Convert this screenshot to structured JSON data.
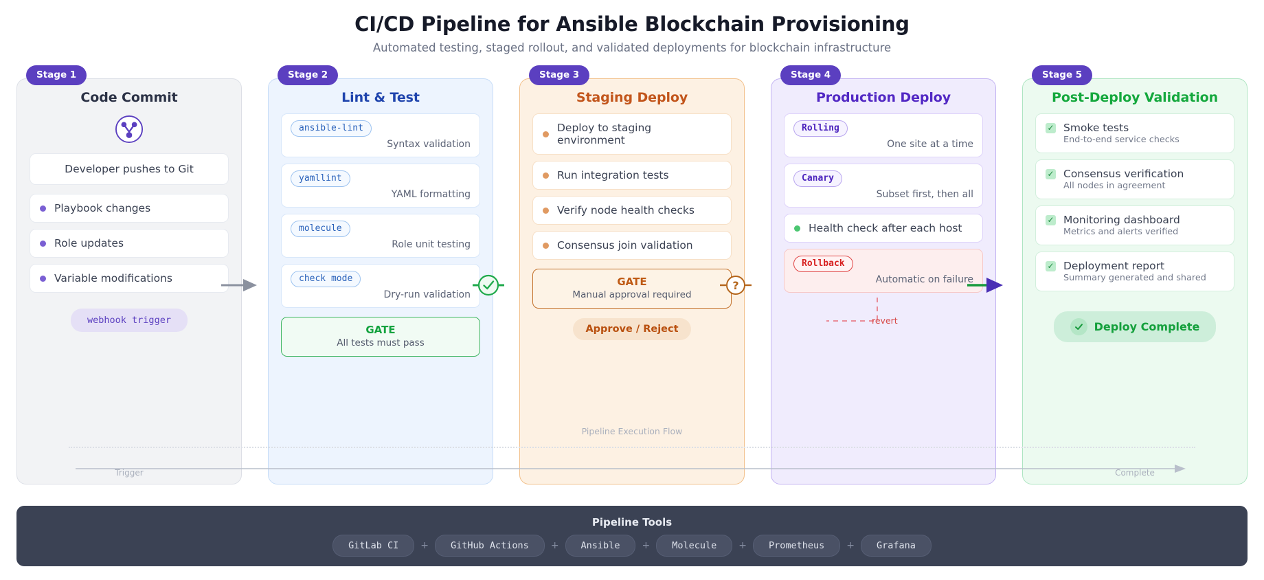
{
  "header": {
    "title": "CI/CD Pipeline for Ansible Blockchain Provisioning",
    "subtitle": "Automated testing, staged rollout, and validated deployments for blockchain infrastructure"
  },
  "flow": {
    "caption": "Pipeline Execution Flow",
    "start_label": "Trigger",
    "end_label": "Complete"
  },
  "stages": [
    {
      "badge": "Stage 1",
      "title": "Code Commit",
      "icon": "git-merge-icon",
      "lead": "Developer pushes to Git",
      "items": [
        {
          "label": "Playbook changes"
        },
        {
          "label": "Role updates"
        },
        {
          "label": "Variable modifications"
        }
      ],
      "mono_pill": "webhook trigger",
      "foot": "Trigger"
    },
    {
      "badge": "Stage 2",
      "title": "Lint & Test",
      "items": [
        {
          "tag": "ansible-lint",
          "desc": "Syntax validation"
        },
        {
          "tag": "yamllint",
          "desc": "YAML formatting"
        },
        {
          "tag": "molecule",
          "desc": "Role unit testing"
        },
        {
          "tag": "check mode",
          "desc": "Dry-run validation"
        }
      ],
      "gate": {
        "label": "GATE",
        "sub": "All tests must pass"
      }
    },
    {
      "badge": "Stage 3",
      "title": "Staging Deploy",
      "items": [
        {
          "label": "Deploy to staging environment"
        },
        {
          "label": "Run integration tests"
        },
        {
          "label": "Verify node health checks"
        },
        {
          "label": "Consensus join validation"
        }
      ],
      "gate": {
        "label": "GATE",
        "sub": "Manual approval required"
      },
      "action_pill": "Approve / Reject",
      "foot": "Pipeline Execution Flow"
    },
    {
      "badge": "Stage 4",
      "title": "Production Deploy",
      "items": [
        {
          "tag": "Rolling",
          "desc": "One site at a time"
        },
        {
          "tag": "Canary",
          "desc": "Subset first, then all"
        },
        {
          "label": "Health check after each host"
        },
        {
          "tag": "Rollback",
          "desc": "Automatic on failure",
          "danger": true
        }
      ],
      "revert_label": "revert"
    },
    {
      "badge": "Stage 5",
      "title": "Post-Deploy Validation",
      "items": [
        {
          "label": "Smoke tests",
          "sub": "End-to-end service checks"
        },
        {
          "label": "Consensus verification",
          "sub": "All nodes in agreement"
        },
        {
          "label": "Monitoring dashboard",
          "sub": "Metrics and alerts verified"
        },
        {
          "label": "Deployment report",
          "sub": "Summary generated and shared"
        }
      ],
      "complete_pill": "Deploy Complete",
      "foot": "Complete"
    }
  ],
  "connectors": [
    {
      "name": "arrow-stage1-to-stage2",
      "kind": "arrow",
      "color": "#8b919f"
    },
    {
      "name": "gate-pass-check",
      "kind": "check",
      "color": "#1fa94b",
      "glyph": "✓"
    },
    {
      "name": "manual-approval-question",
      "kind": "question",
      "color": "#b4651b",
      "glyph": "?"
    },
    {
      "name": "arrow-stage4-to-stage5",
      "kind": "arrow",
      "color": "#4a2fb5"
    }
  ],
  "tools": {
    "title": "Pipeline Tools",
    "separator": "+",
    "items": [
      "GitLab CI",
      "GitHub Actions",
      "Ansible",
      "Molecule",
      "Prometheus",
      "Grafana"
    ]
  },
  "colors": {
    "brand_purple": "#5b3fc0",
    "stage2_blue": "#1f44ad",
    "stage3_orange": "#c2551b",
    "stage4_violet": "#5228c4",
    "stage5_green": "#14a83d",
    "danger_red": "#d72121",
    "toolbar_bg": "#3b4254"
  }
}
